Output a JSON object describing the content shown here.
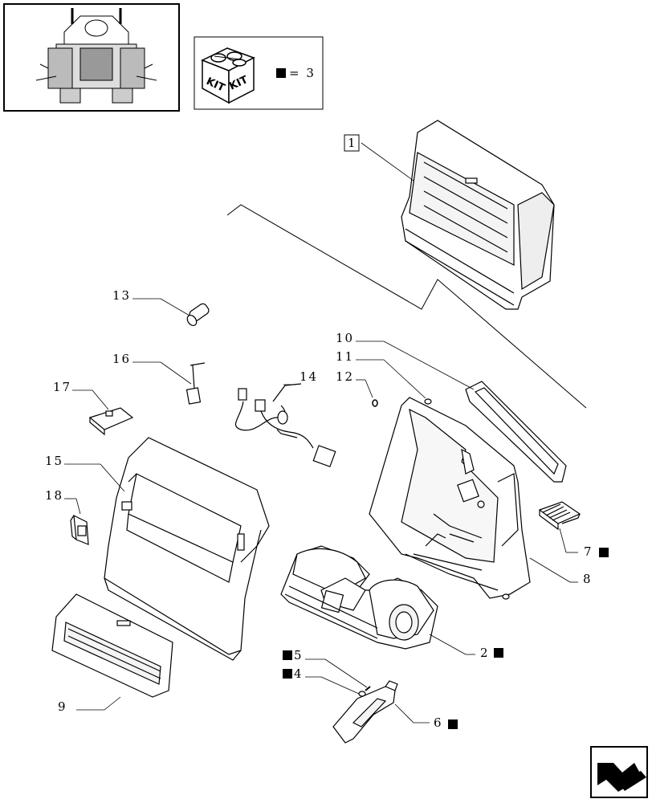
{
  "kit": {
    "label_left": "KIT",
    "label_right": "KIT",
    "legend_equals": "= 3"
  },
  "callouts": {
    "c1": "1",
    "c2": "2",
    "c4": "4",
    "c5": "5",
    "c6": "6",
    "c7": "7",
    "c8": "8",
    "c9": "9",
    "c10": "10",
    "c11": "11",
    "c12": "12",
    "c13": "13",
    "c14": "14",
    "c15": "15",
    "c16": "16",
    "c17": "17",
    "c18": "18"
  }
}
